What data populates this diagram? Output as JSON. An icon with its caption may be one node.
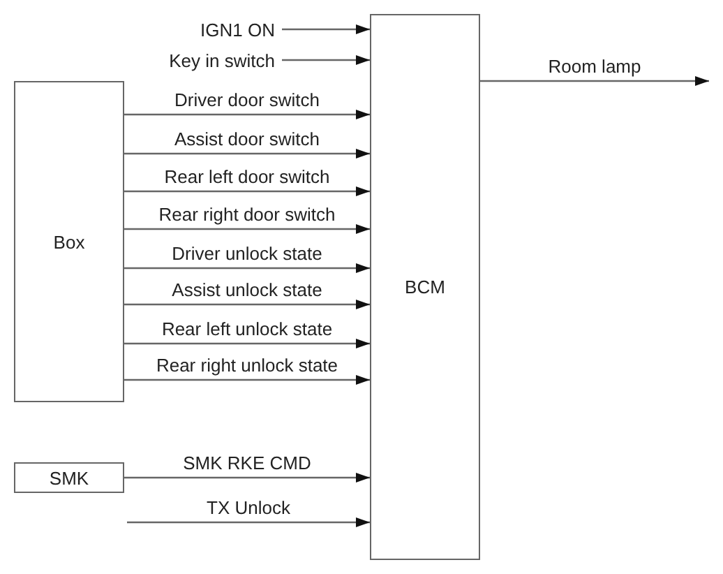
{
  "diagram": {
    "nodes": [
      {
        "text": [
          "IGN1 ON"
        ]
      },
      {
        "text": [
          "Key in switch"
        ]
      },
      {
        "text": [
          "Box"
        ]
      },
      {
        "text": [
          "BCM"
        ]
      },
      {
        "text": [
          "SMK"
        ]
      }
    ],
    "edges": [
      {
        "from": 0,
        "to": 3,
        "arrow": "to"
      },
      {
        "from": 1,
        "to": 3,
        "arrow": "to"
      },
      {
        "from": 2,
        "to": 3,
        "label": "Driver door switch",
        "arrow": "to"
      },
      {
        "from": 2,
        "to": 3,
        "label": "Assist door switch",
        "arrow": "to"
      },
      {
        "from": 2,
        "to": 3,
        "label": "Rear left door switch",
        "arrow": "to"
      },
      {
        "from": 2,
        "to": 3,
        "label": "Rear right door switch",
        "arrow": "to"
      },
      {
        "from": 2,
        "to": 3,
        "label": "Driver unlock state",
        "arrow": "to"
      },
      {
        "from": 2,
        "to": 3,
        "label": "Assist unlock state",
        "arrow": "to"
      },
      {
        "from": 2,
        "to": 3,
        "label": "Rear left unlock state",
        "arrow": "to"
      },
      {
        "from": 2,
        "to": 3,
        "label": "Rear right unlock state",
        "arrow": "to"
      },
      {
        "from": 4,
        "to": 3,
        "label": "SMK RKE CMD",
        "arrow": "to"
      },
      {
        "from": null,
        "to": 3,
        "label": "TX Unlock",
        "arrow": "to"
      },
      {
        "from": 3,
        "to": null,
        "label": "Room lamp",
        "arrow": "to"
      }
    ]
  }
}
